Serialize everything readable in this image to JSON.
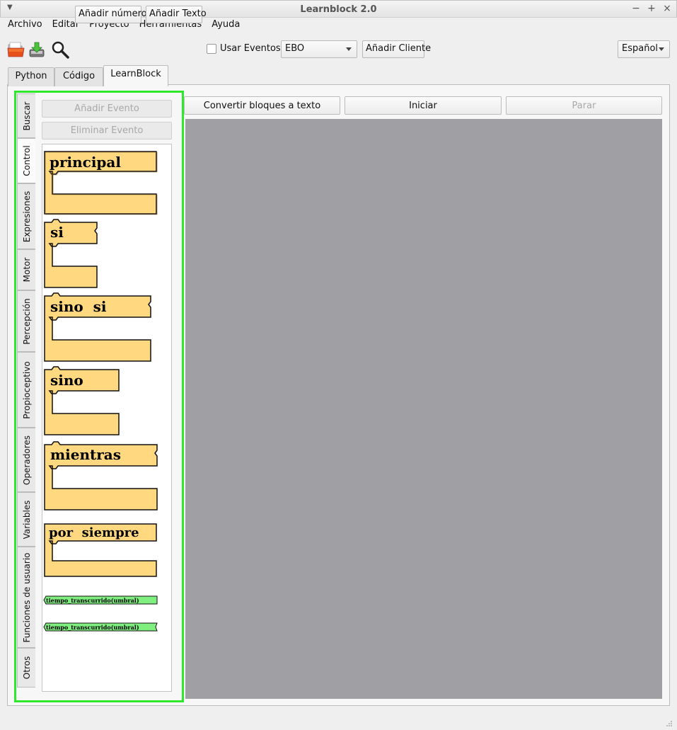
{
  "window": {
    "title": "Learnblock 2.0",
    "minimize_icon": "minimize-icon",
    "maximize_icon": "maximize-icon",
    "close_icon": "close-icon"
  },
  "menubar": {
    "items": [
      {
        "label": "Archivo"
      },
      {
        "label": "Editar"
      },
      {
        "label": "Proyecto"
      },
      {
        "label": "Herramientas"
      },
      {
        "label": "Ayuda"
      }
    ]
  },
  "toolbar": {
    "open_icon": "folder-open-icon",
    "save_icon": "save-download-icon",
    "search_icon": "magnifier-icon",
    "add_number_label": "Añadir número",
    "add_text_label": "Añadir Texto",
    "use_events_label": "Usar Eventos",
    "use_events_checked": false,
    "robot_selected": "EBO",
    "add_client_label": "Añadir Cliente",
    "language_selected": "Español"
  },
  "tabs": [
    {
      "label": "Python",
      "active": false
    },
    {
      "label": "Código",
      "active": false
    },
    {
      "label": "LearnBlock",
      "active": true
    }
  ],
  "side_tabs": [
    {
      "label": "Buscar",
      "active": false
    },
    {
      "label": "Control",
      "active": true
    },
    {
      "label": "Expresiones",
      "active": false
    },
    {
      "label": "Motor",
      "active": false
    },
    {
      "label": "Percepción",
      "active": false
    },
    {
      "label": "Propioceptivo",
      "active": false
    },
    {
      "label": "Operadores",
      "active": false
    },
    {
      "label": "Variables",
      "active": false
    },
    {
      "label": "Funciones de usuario",
      "active": false
    },
    {
      "label": "Otros",
      "active": false
    }
  ],
  "panel": {
    "add_event_label": "Añadir Evento",
    "remove_event_label": "Eliminar Evento"
  },
  "blocks": [
    {
      "label": "principal",
      "color": "#ffd87f"
    },
    {
      "label": "si",
      "color": "#ffd87f"
    },
    {
      "label": "sino  si",
      "color": "#ffd87f"
    },
    {
      "label": "sino",
      "color": "#ffd87f"
    },
    {
      "label": "mientras",
      "color": "#ffd87f"
    },
    {
      "label": "por  siempre",
      "color": "#ffd87f"
    },
    {
      "label": "tiempo_transcurrido(umbral)",
      "color": "#7ff07f"
    },
    {
      "label": "tiempo_transcurrido(umbral)",
      "color": "#7ff07f"
    }
  ],
  "actions": {
    "convert_label": "Convertir bloques a texto",
    "start_label": "Iniciar",
    "stop_label": "Parar"
  },
  "colors": {
    "highlight": "#2ee82e",
    "canvas": "#a09fa3",
    "control_block": "#ffd87f",
    "boolean_block": "#7ff07f"
  }
}
